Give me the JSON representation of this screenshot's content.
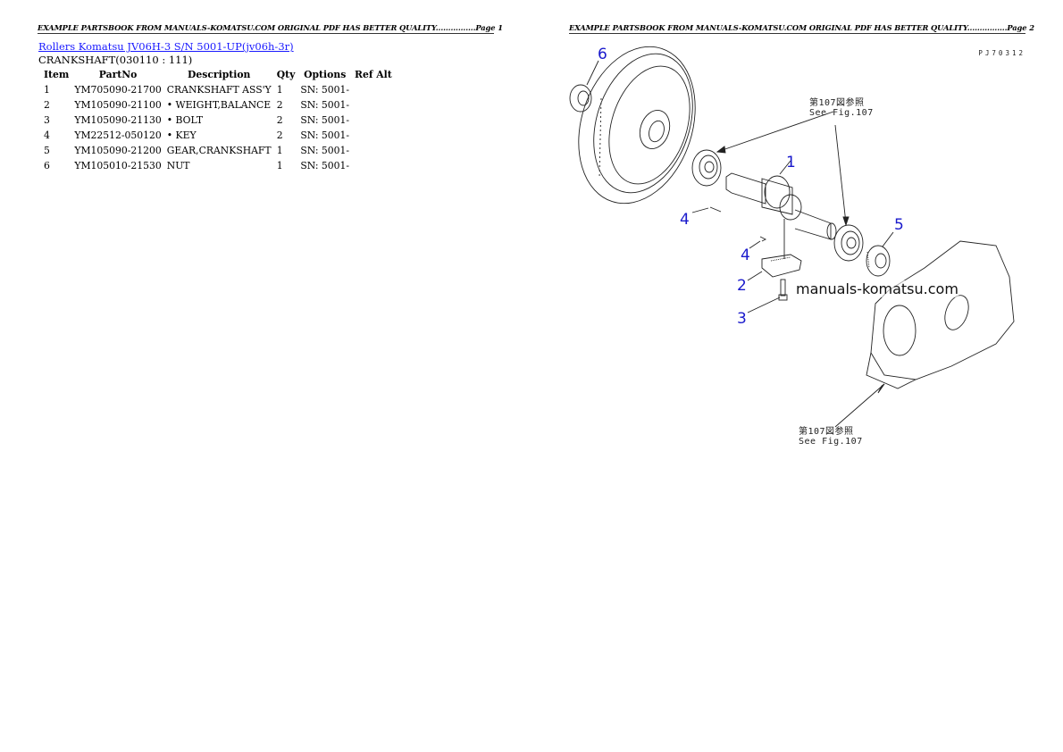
{
  "pages": [
    {
      "header": "EXAMPLE PARTSBOOK FROM MANUALS-KOMATSU.COM ORIGINAL PDF HAS BETTER QUALITY................Page 1"
    },
    {
      "header": "EXAMPLE PARTSBOOK FROM MANUALS-KOMATSU.COM ORIGINAL PDF HAS BETTER QUALITY................Page 2"
    }
  ],
  "document": {
    "title_link": "Rollers Komatsu JV06H-3 S/N 5001-UP(jv06h-3r)",
    "section": "CRANKSHAFT(030110 : 111)"
  },
  "parts_table": {
    "headers": [
      "Item",
      "PartNo",
      "Description",
      "Qty",
      "Options",
      "Ref Alt"
    ],
    "rows": [
      {
        "item": "1",
        "part_no": "YM705090-21700",
        "description": "CRANKSHAFT ASS'Y",
        "qty": "1",
        "options": "SN: 5001-",
        "ref_alt": ""
      },
      {
        "item": "2",
        "part_no": "YM105090-21100",
        "description": "• WEIGHT,BALANCE",
        "qty": "2",
        "options": "SN: 5001-",
        "ref_alt": ""
      },
      {
        "item": "3",
        "part_no": "YM105090-21130",
        "description": "• BOLT",
        "qty": "2",
        "options": "SN: 5001-",
        "ref_alt": ""
      },
      {
        "item": "4",
        "part_no": "YM22512-050120",
        "description": "• KEY",
        "qty": "2",
        "options": "SN: 5001-",
        "ref_alt": ""
      },
      {
        "item": "5",
        "part_no": "YM105090-21200",
        "description": "GEAR,CRANKSHAFT",
        "qty": "1",
        "options": "SN: 5001-",
        "ref_alt": ""
      },
      {
        "item": "6",
        "part_no": "YM105010-21530",
        "description": "NUT",
        "qty": "1",
        "options": "SN: 5001-",
        "ref_alt": ""
      }
    ]
  },
  "diagram": {
    "code": "PJ70312",
    "watermark": "manuals-komatsu.com",
    "callouts": [
      "6",
      "1",
      "4",
      "4",
      "5",
      "2",
      "3"
    ],
    "ref_top": {
      "line1": "第107図参照",
      "line2": "See Fig.107"
    },
    "ref_bottom": {
      "line1": "第107図参照",
      "line2": "See Fig.107"
    },
    "callout_color": "#1a1acc"
  }
}
